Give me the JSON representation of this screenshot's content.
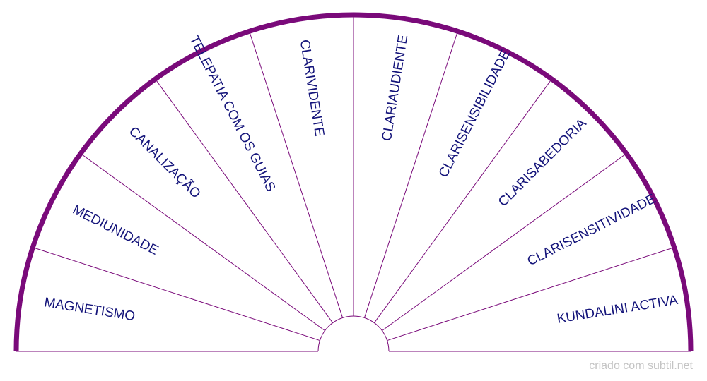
{
  "diagram": {
    "type": "semicircle-pendulum-chart",
    "segments": [
      "MAGNETISMO",
      "MEDIUNIDADE",
      "CANALIZAÇÃO",
      "TELEPATIA COM OS GUIAS",
      "CLARIVIDENTE",
      "CLARIAUDIENTE",
      "CLARISENSIBILIDADE",
      "CLARISABEDORIA",
      "CLARISENSITIVIDADE",
      "KUNDALINI ACTIVA"
    ],
    "rim_color": "#7a0a7a",
    "divider_color": "#7a0a7a",
    "label_color": "#14147a"
  },
  "footer": {
    "credit": "criado com subtil.net"
  }
}
